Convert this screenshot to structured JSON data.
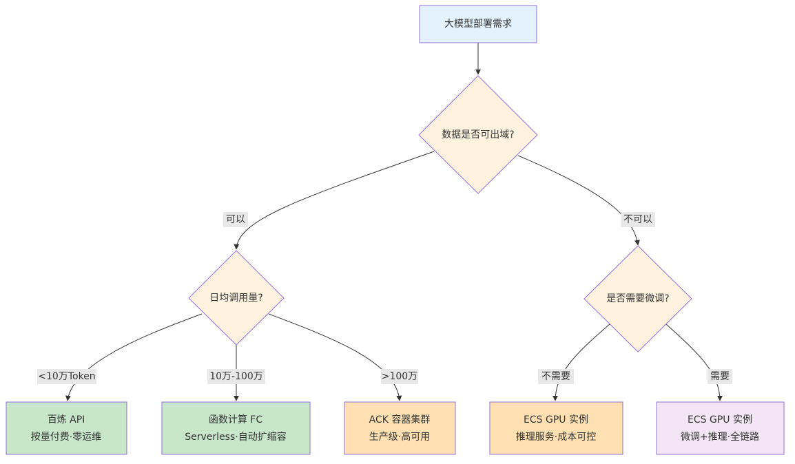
{
  "nodes": {
    "start": {
      "line1": "大模型部署需求",
      "fill": "#e3f2fd",
      "stroke": "#9370db"
    },
    "decision_data": {
      "line1": "数据是否可出域?",
      "fill": "#fff3e0",
      "stroke": "#9370db"
    },
    "decision_volume": {
      "line1": "日均调用量?",
      "fill": "#fff3e0",
      "stroke": "#9370db"
    },
    "decision_finetune": {
      "line1": "是否需要微调?",
      "fill": "#fff3e0",
      "stroke": "#9370db"
    },
    "bailian": {
      "line1": "百炼 API",
      "line2": "按量付费·零运维",
      "fill": "#c8e6c9",
      "stroke": "#9370db"
    },
    "fc": {
      "line1": "函数计算 FC",
      "line2": "Serverless·自动扩缩容",
      "fill": "#c8e6c9",
      "stroke": "#9370db"
    },
    "ack": {
      "line1": "ACK 容器集群",
      "line2": "生产级·高可用",
      "fill": "#ffe0b2",
      "stroke": "#9370db"
    },
    "ecs_inference": {
      "line1": "ECS GPU 实例",
      "line2": "推理服务·成本可控",
      "fill": "#ffe0b2",
      "stroke": "#9370db"
    },
    "ecs_full": {
      "line1": "ECS GPU 实例",
      "line2": "微调+推理·全链路",
      "fill": "#f3e5f5",
      "stroke": "#9370db"
    }
  },
  "edges": {
    "yes": "可以",
    "no": "不可以",
    "lt10w": "<10万Token",
    "10w_100w": "10万-100万",
    "gt100w": ">100万",
    "no_need": "不需要",
    "need": "需要"
  },
  "colors": {
    "edge_line": "#333333",
    "label_bg": "#e8e8e8",
    "text": "#333333"
  }
}
